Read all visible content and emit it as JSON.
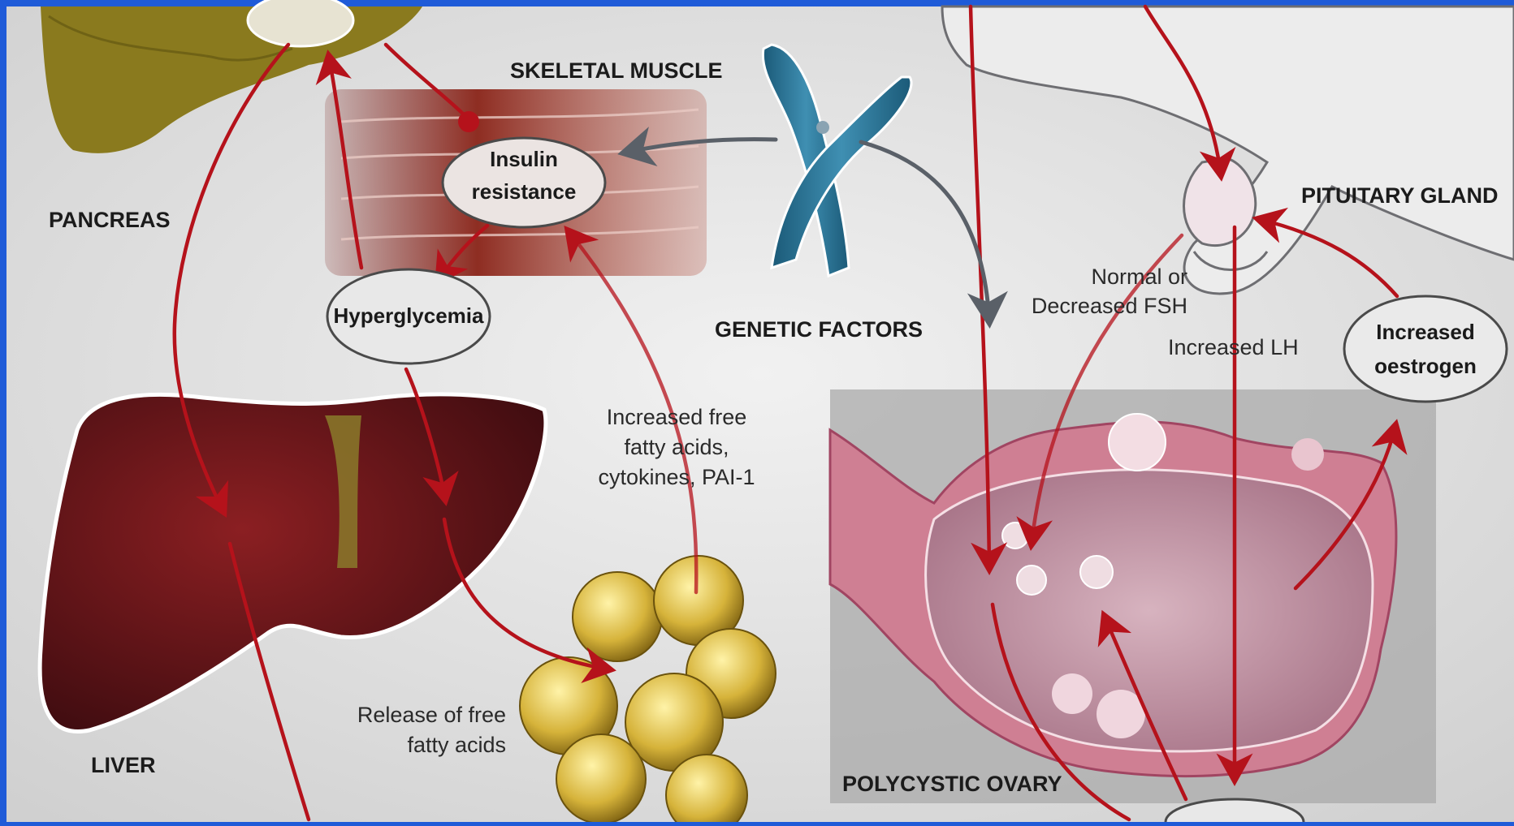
{
  "colors": {
    "arrow_red": "#b5121b",
    "arrow_grey": "#5a6068",
    "panel_bg": "#e6e6e6",
    "frame_blue": "#1f5bd8"
  },
  "organs": {
    "pancreas": "PANCREAS",
    "skeletal_muscle": "SKELETAL MUSCLE",
    "liver": "LIVER",
    "genetic_factors": "GENETIC FACTORS",
    "pituitary_gland": "PITUITARY GLAND",
    "polycystic_ovary": "POLYCYSTIC OVARY"
  },
  "nodes": {
    "insulin_resistance": [
      "Insulin",
      "resistance"
    ],
    "hyperglycemia": "Hyperglycemia",
    "increased_oestrogen": [
      "Increased",
      "oestrogen"
    ]
  },
  "annotations": {
    "ffa_cytokines": [
      "Increased free",
      "fatty acids,",
      "cytokines, PAI-1"
    ],
    "release_ffa": [
      "Release of free",
      "fatty acids"
    ],
    "fsh": [
      "Normal or",
      "Decreased FSH"
    ],
    "lh": "Increased LH"
  }
}
